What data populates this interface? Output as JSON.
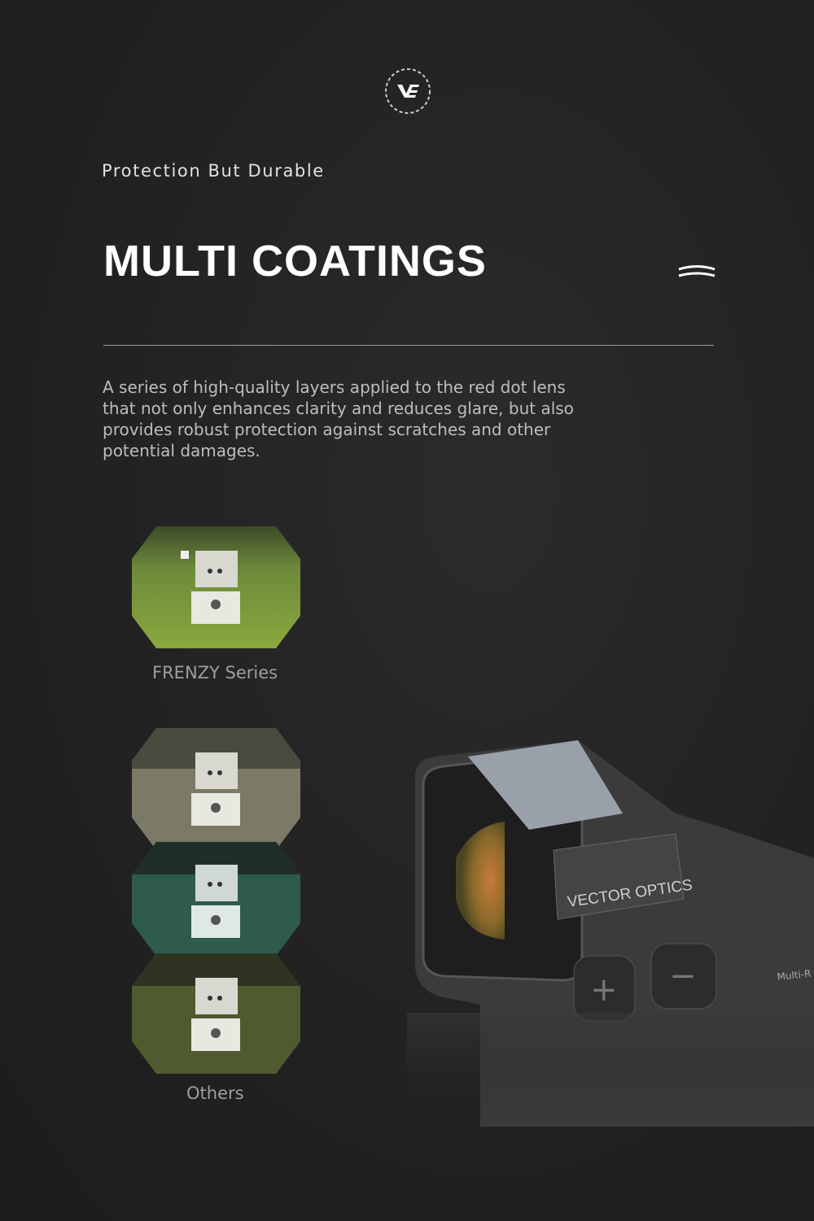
{
  "brand": {
    "logo_text": "VE"
  },
  "header": {
    "subtitle": "Protection But Durable",
    "title": "MULTI COATINGS"
  },
  "description": "A series of high-quality layers applied to the red dot lens that not only enhances clarity and reduces glare, but also provides robust protection against scratches and other potential damages.",
  "comparison": {
    "frenzy_label": "FRENZY Series",
    "others_label": "Others"
  },
  "product": {
    "brand_text": "VECTOR OPTICS",
    "side_text": "Multi-R"
  },
  "colors": {
    "background": "#222222",
    "text": "#ffffff",
    "muted": "#9e9e9e"
  }
}
